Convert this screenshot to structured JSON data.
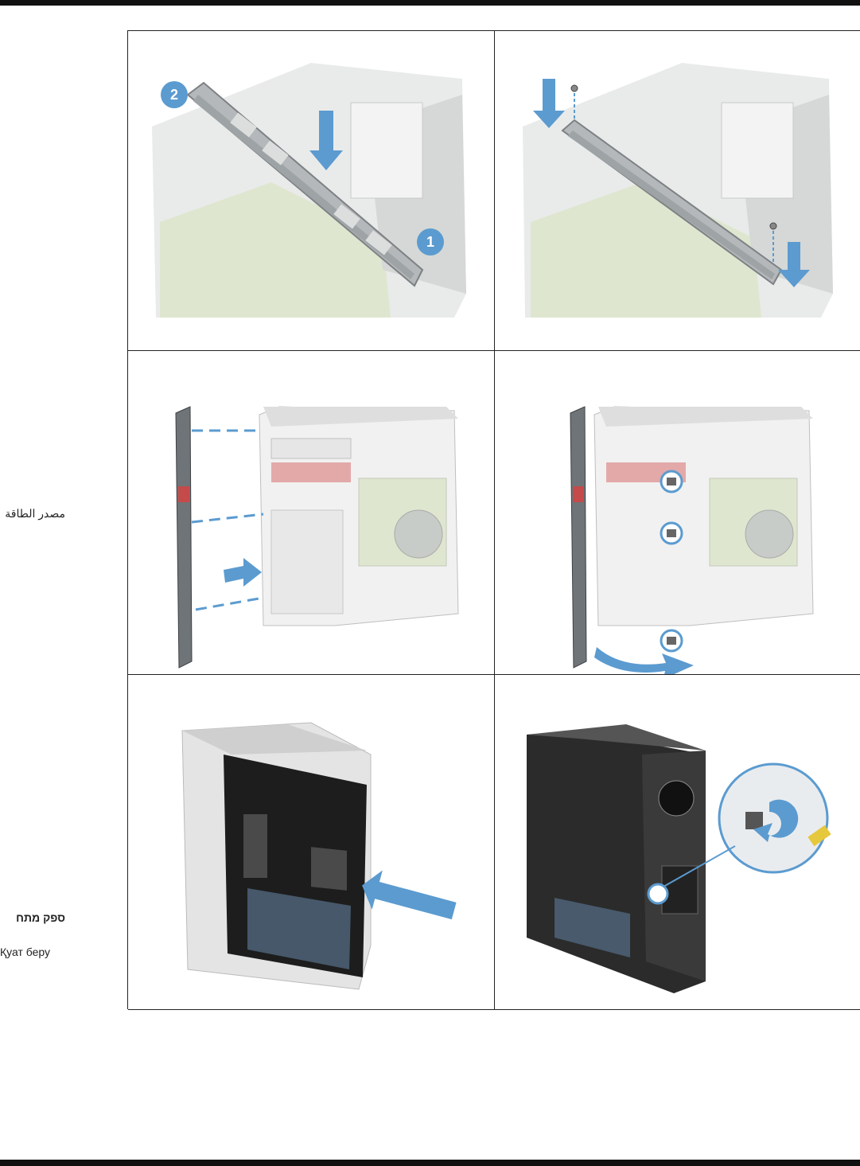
{
  "side_labels": {
    "arabic": "مصدر الطاقة",
    "hebrew": "ספק מתח",
    "kazakh": "Қуат беру"
  },
  "figures": {
    "panel_1": {
      "callouts": [
        "2",
        "1"
      ]
    }
  },
  "colors": {
    "accent_blue": "#5b9bd0",
    "rule": "#111111"
  }
}
